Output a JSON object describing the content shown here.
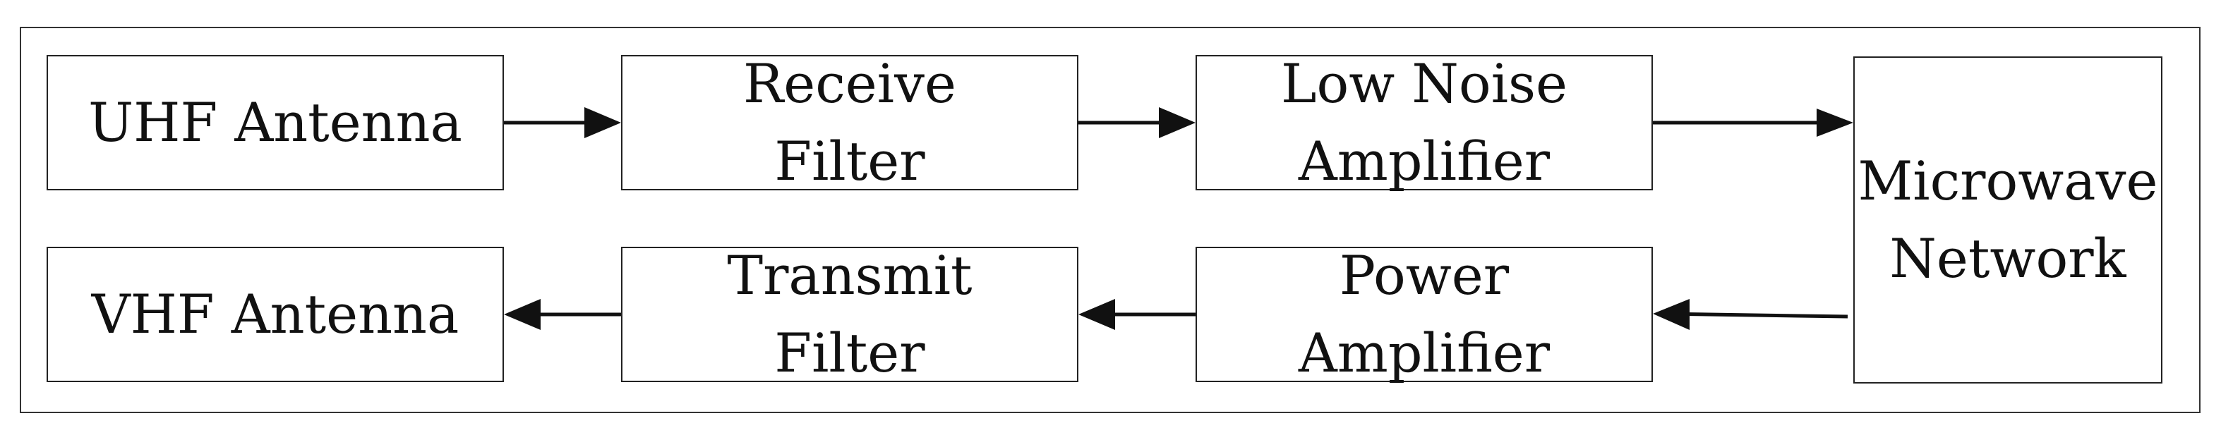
{
  "blocks": {
    "uhf_antenna": "UHF Antenna",
    "receive_filter": [
      "Receive",
      "Filter"
    ],
    "low_noise_amplifier": [
      "Low Noise",
      "Amplifier"
    ],
    "microwave_network": [
      "Microwave",
      "Network"
    ],
    "vhf_antenna": "VHF Antenna",
    "transmit_filter": [
      "Transmit",
      "Filter"
    ],
    "power_amplifier": [
      "Power",
      "Amplifier"
    ]
  },
  "colors": {
    "line": "#111111",
    "border": "#222222",
    "background": "#ffffff"
  }
}
